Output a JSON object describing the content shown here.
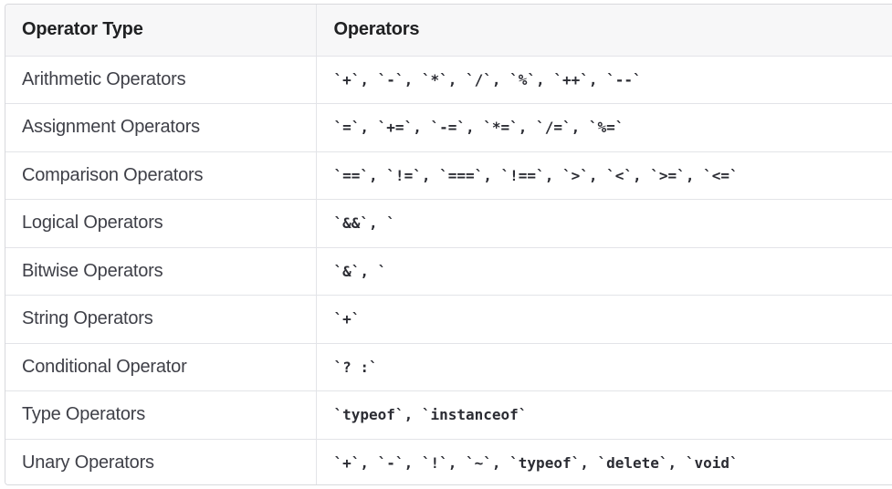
{
  "table": {
    "headers": {
      "type": "Operator Type",
      "operators": "Operators"
    },
    "rows": [
      {
        "type": "Arithmetic Operators",
        "operators": "`+`, `-`, `*`, `/`, `%`, `++`, `--`"
      },
      {
        "type": "Assignment Operators",
        "operators": "`=`, `+=`, `-=`, `*=`, `/=`, `%=`"
      },
      {
        "type": "Comparison Operators",
        "operators": "`==`, `!=`, `===`, `!==`, `>`, `<`, `>=`, `<=`"
      },
      {
        "type": "Logical Operators",
        "operators": "`&&`, `"
      },
      {
        "type": "Bitwise Operators",
        "operators": "`&`, `"
      },
      {
        "type": "String Operators",
        "operators": "`+`"
      },
      {
        "type": "Conditional Operator",
        "operators": "`? :`"
      },
      {
        "type": "Type Operators",
        "operators": "`typeof`, `instanceof`"
      },
      {
        "type": "Unary Operators",
        "operators": "`+`, `-`, `!`, `~`, `typeof`, `delete`, `void`"
      }
    ]
  }
}
